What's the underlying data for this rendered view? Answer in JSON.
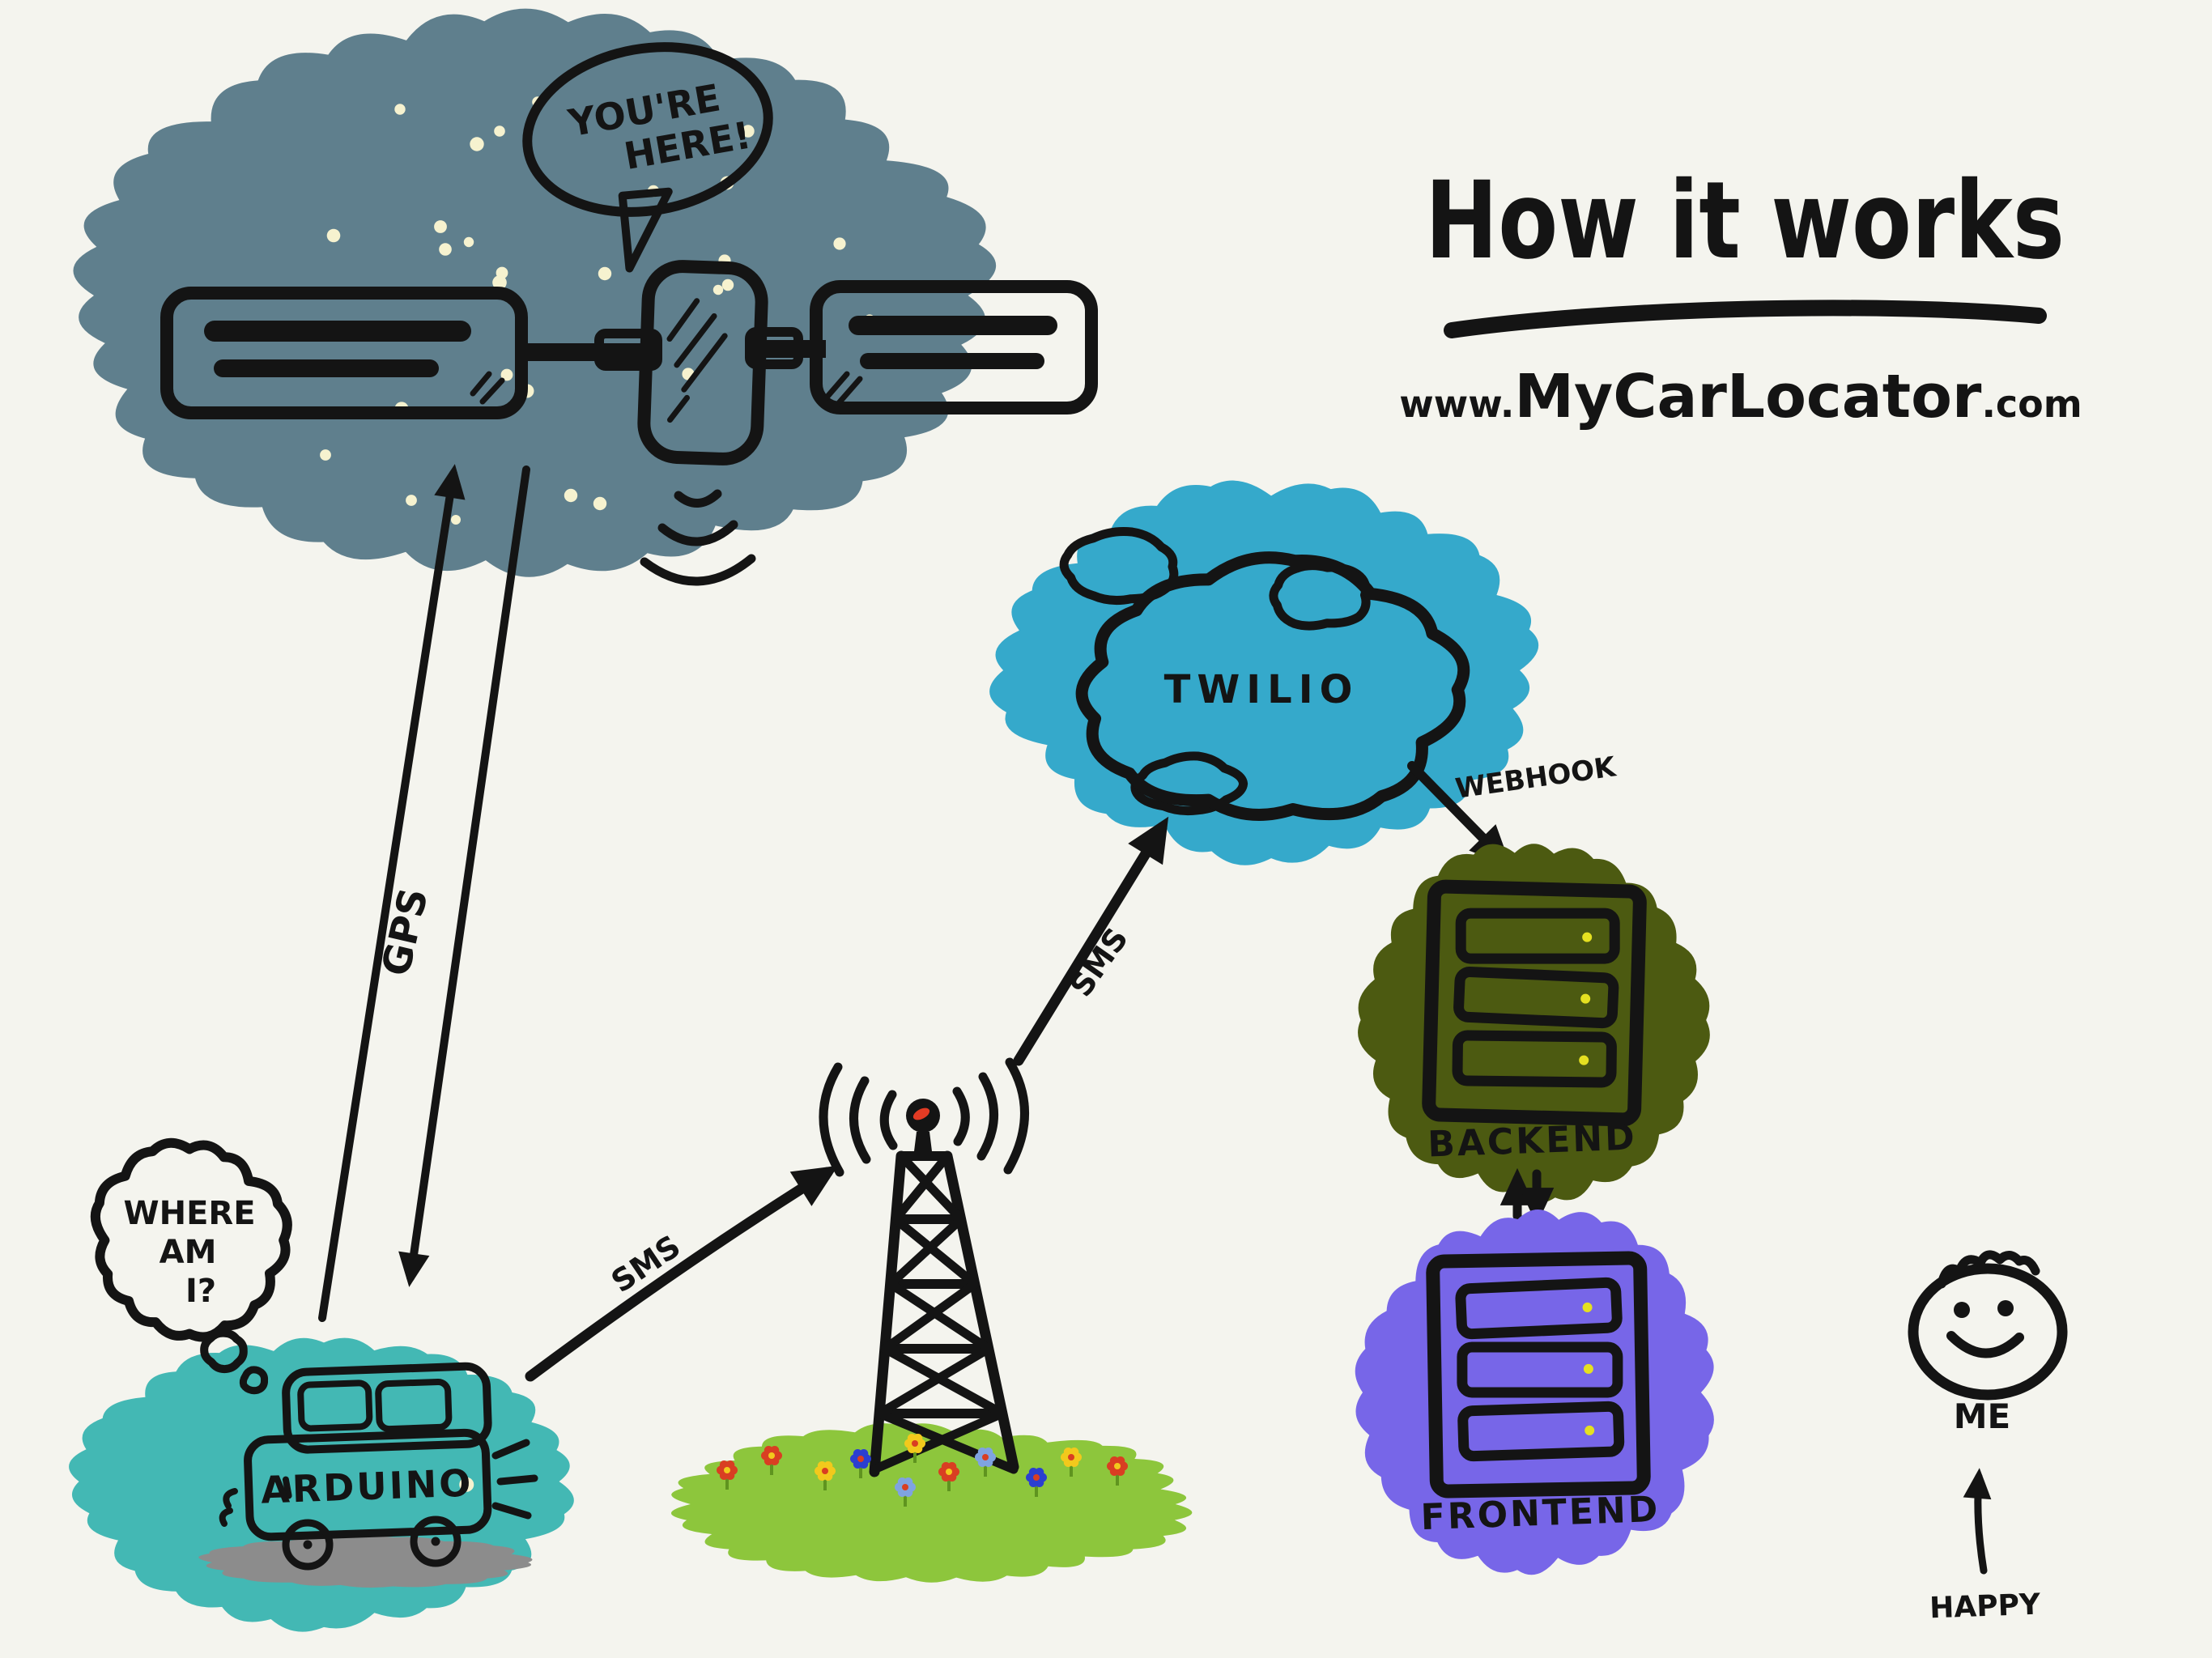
{
  "header": {
    "title": "How it works",
    "url_prefix": "www.",
    "url_name": "MyCarLocator",
    "url_suffix": ".com"
  },
  "satellite_scene": {
    "bubble_line1": "YOU'RE",
    "bubble_line2": "HERE!"
  },
  "labels": {
    "gps": "GPS",
    "sms_car_tower": "SMS",
    "sms_tower_twilio": "SMS",
    "webhook": "WEBHOOK"
  },
  "twilio": {
    "name": "TWILIO"
  },
  "backend": {
    "label": "BACKEND"
  },
  "frontend": {
    "label": "FRONTEND"
  },
  "car": {
    "brand": "ARDUINO",
    "thought_line1": "WHERE",
    "thought_line2": "AM",
    "thought_line3": "I?"
  },
  "me": {
    "label": "ME",
    "mood": "HAPPY"
  },
  "colors": {
    "background": "#f4f4ee",
    "ink": "#141414",
    "space_cloud": "#5f7f8d",
    "star": "#f6f2cf",
    "satellite_gray": "#8a8a8a",
    "twilio_sky": "#35a9cb",
    "cloud_white": "#ffffff",
    "car_patch": "#43b8b4",
    "car_body": "#3cb0ae",
    "car_window": "#cdeef6",
    "car_shadow": "#8c8c8c",
    "wheel": "#3f3f3f",
    "grass": "#8dc63c",
    "backend_patch": "#4c5a11",
    "frontend_patch": "#7766e8",
    "server_bar": "#8a8a8a",
    "server_led": "#e5e021",
    "antenna_light": "#e23b24",
    "headlight": "#f6f2cf",
    "flower_red": "#d93e22",
    "flower_yellow": "#f2c91c",
    "flower_blue": "#2b3fd0",
    "flower_lightblue": "#7fa3e0",
    "flower_stem": "#5f941f"
  }
}
